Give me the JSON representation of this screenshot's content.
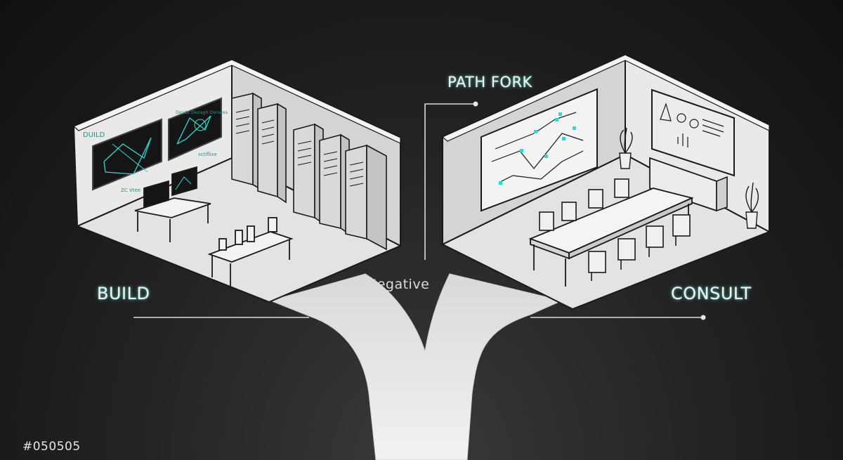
{
  "labels": {
    "build": "BUILD",
    "consult": "CONSULT",
    "path_fork": "PATH FORK",
    "negative": "Negative",
    "hex_code": "#050505"
  },
  "whiteboard_text": {
    "build_left": "DUILD",
    "build_right_top": "Dezdz Dezagh Dsrsess",
    "build_right_bottom": "sctiflixe",
    "build_monitor_caption": "ZC Vtee"
  },
  "colors": {
    "background": "#050505",
    "accent": "#2fd6d0",
    "floor": "#dcdcdc",
    "wall": "#d2d2d2",
    "line": "#1a1a1a"
  }
}
